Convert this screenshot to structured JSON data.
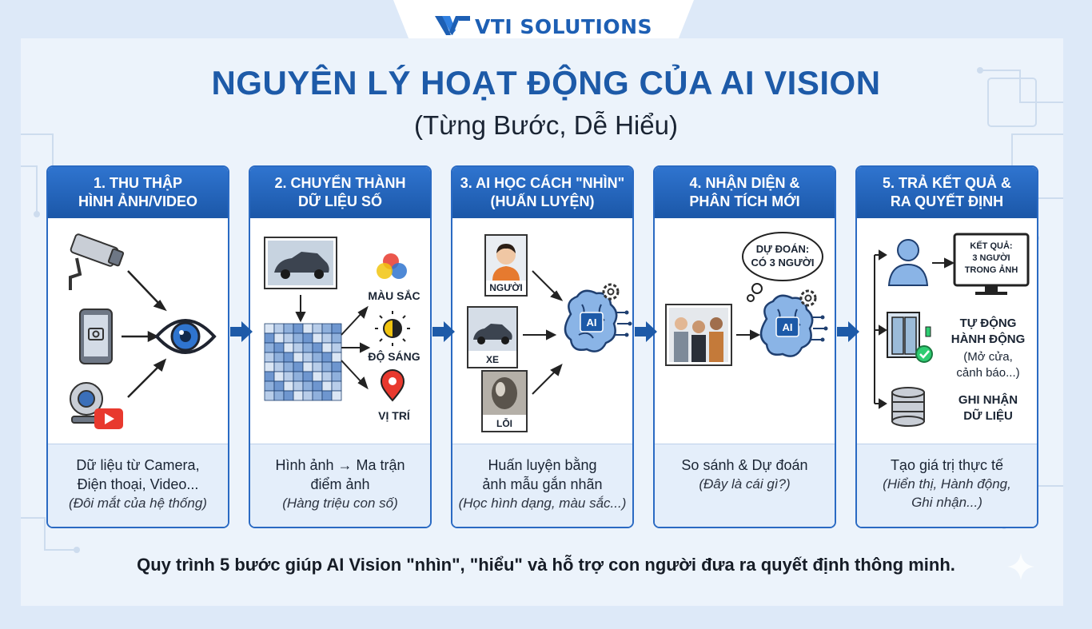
{
  "brand": {
    "name": "VTI SOLUTIONS",
    "color": "#1d5fb4"
  },
  "title": "NGUYÊN LÝ HOẠT ĐỘNG CỦA AI VISION",
  "subtitle": "(Từng Bước, Dễ Hiểu)",
  "steps": [
    {
      "heading": "1. THU THẬP\nHÌNH ẢNH/VIDEO",
      "icons": [
        "security-camera-icon",
        "smartphone-icon",
        "webcam-icon",
        "video-play-icon",
        "eye-icon"
      ],
      "caption": "Dữ liệu từ Camera,\nĐiện thoại, Video...",
      "note": "(Đôi mắt của hệ thống)"
    },
    {
      "heading": "2. CHUYỂN THÀNH\nDỮ LIỆU SỐ",
      "labels": [
        "MÀU SẮC",
        "ĐỘ SÁNG",
        "VỊ TRÍ"
      ],
      "icons": [
        "car-photo",
        "pixel-matrix",
        "color-circles-icon",
        "brightness-icon",
        "location-pin-icon"
      ],
      "caption": "Hình ảnh → Ma trận\nđiểm ảnh",
      "note": "(Hàng triệu con số)"
    },
    {
      "heading": "3. AI HỌC CÁCH \"NHÌN\"\n(HUẤN LUYỆN)",
      "labels": [
        "NGƯỜI",
        "XE",
        "LỖI",
        "AI"
      ],
      "icons": [
        "person-photo",
        "car-photo",
        "defect-photo",
        "ai-brain-icon",
        "gear-icon"
      ],
      "caption": "Huấn luyện bằng\nảnh mẫu gắn nhãn",
      "note": "(Học hình dạng, màu sắc...)"
    },
    {
      "heading": "4. NHẬN DIỆN &\nPHÂN TÍCH MỚI",
      "labels": [
        "DỰ ĐOÁN:\nCÓ 3 NGƯỜI",
        "AI"
      ],
      "icons": [
        "thought-bubble-icon",
        "group-photo",
        "ai-brain-icon",
        "gear-icon"
      ],
      "caption": "So sánh & Dự đoán",
      "note": "(Đây là cái gì?)"
    },
    {
      "heading": "5. TRẢ KẾT QUẢ &\nRA QUYẾT ĐỊNH",
      "labels": [
        "KẾT QUẢ:\n3 NGƯỜI\nTRONG ẢNH",
        "TỰ ĐỘNG\nHÀNH ĐỘNG",
        "(Mở cửa,\ncảnh báo...)",
        "GHI NHẬN\nDỮ LIỆU"
      ],
      "icons": [
        "user-icon",
        "monitor-icon",
        "door-icon",
        "check-icon",
        "database-icon"
      ],
      "caption": "Tạo giá trị thực tế",
      "note": "(Hiển thị, Hành động,\nGhi nhận...)"
    }
  ],
  "footer": "Quy trình 5 bước giúp AI Vision \"nhìn\", \"hiểu\" và hỗ trợ con người đưa ra quyết định thông minh.",
  "colors": {
    "primary": "#1d5aa8",
    "accent": "#2f74cf",
    "background": "#dde9f8"
  }
}
